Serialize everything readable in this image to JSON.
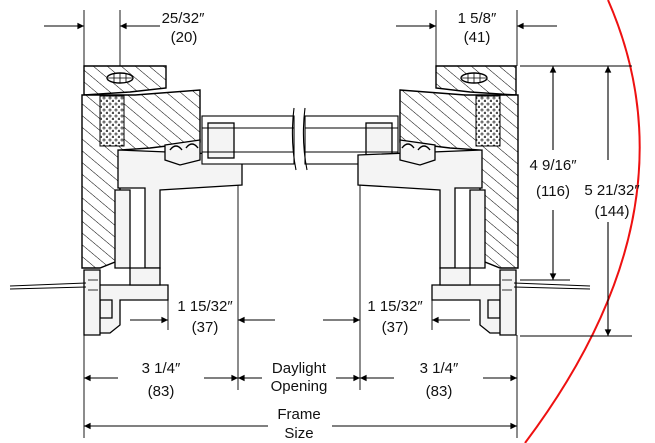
{
  "dimensions": {
    "top_left": {
      "fraction": "25/32″",
      "metric": "(20)"
    },
    "top_right": {
      "fraction": "1 5/8″",
      "metric": "(41)"
    },
    "sash_height": {
      "fraction": "4 9/16″",
      "metric": "(116)"
    },
    "frame_height": {
      "fraction": "5 21/32″",
      "metric": "(144)"
    },
    "sightline_left": {
      "fraction": "1 15/32″",
      "metric": "(37)"
    },
    "sightline_right": {
      "fraction": "1 15/32″",
      "metric": "(37)"
    },
    "frame_left": {
      "fraction": "3 1/4″",
      "metric": "(83)"
    },
    "frame_right": {
      "fraction": "3 1/4″",
      "metric": "(83)"
    }
  },
  "labels": {
    "daylight_line1": "Daylight",
    "daylight_line2": "Opening",
    "frame_line1": "Frame",
    "frame_line2": "Size"
  },
  "colors": {
    "linework": "#000000",
    "boundary_arc": "#ee1111",
    "background": "#ffffff"
  }
}
